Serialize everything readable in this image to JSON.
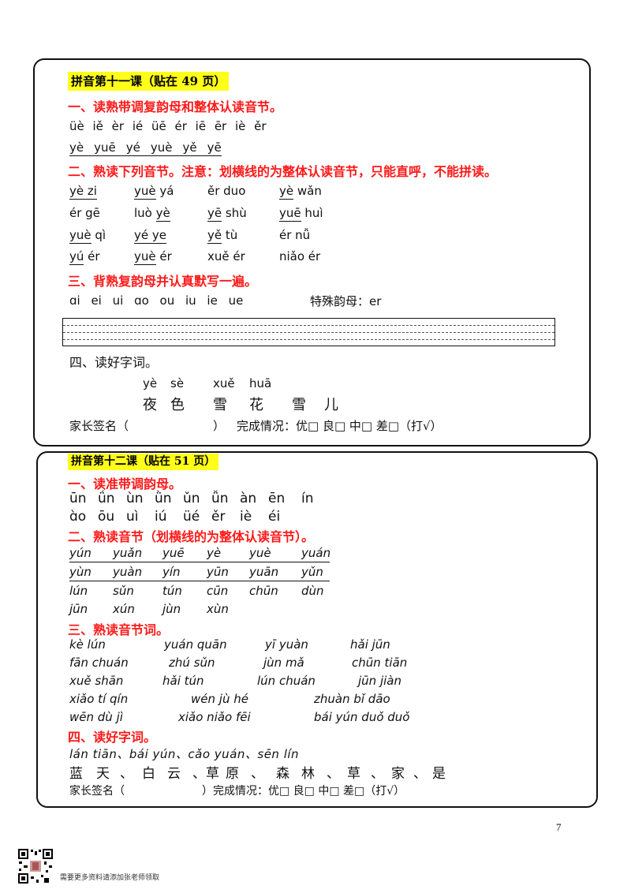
{
  "lesson11": {
    "title": "拼音第十一课（贴在 49 页）",
    "s1": "一、读熟带调复韵母和整体认读音节。",
    "s1_line1": "üè  iě  èr  ié  üē  ér  iē  ēr iè  ěr",
    "s1_line2": [
      "yè",
      "yuē",
      "yé",
      "yuè",
      "yě",
      "yē"
    ],
    "s2": "二、熟读下列音节。注意：划横线的为整体认读音节，只能直呼，不能拼读。",
    "s2_rows": [
      [
        {
          "u": "yè zi"
        },
        {
          "u": "yuè",
          "t": " yá"
        },
        {
          "t": "ěr duo"
        },
        {
          "u": "yè",
          "t": " wǎn"
        }
      ],
      [
        {
          "t": "ér gē"
        },
        {
          "t": "luò ",
          "u": "yè"
        },
        {
          "u": "yē",
          "t": " shù"
        },
        {
          "u": "yuē",
          "t": " huì"
        }
      ],
      [
        {
          "u": "yuè",
          "t": " qì"
        },
        {
          "u": "yé ye"
        },
        {
          "u": "yě",
          "t": " tù"
        },
        {
          "t": "ér nǚ"
        }
      ],
      [
        {
          "u": "yú",
          "t": " ér"
        },
        {
          "u": "yuè",
          "t": " ér"
        },
        {
          "t": "xuě ér"
        },
        {
          "t": "niǎo ér"
        }
      ]
    ],
    "s3": "三、背熟复韵母并认真默写一遍。",
    "s3_line": "ɑi  ei  ui  ɑo  ou  iu  ie  ue",
    "s3_special": "特殊韵母：er",
    "s4": "四、读好字词。",
    "s4_pinyin": [
      "yè",
      "sè",
      "xuě",
      "huā"
    ],
    "s4_chars": [
      "夜",
      "色",
      "雪",
      "花",
      "雪",
      "儿"
    ],
    "sign_label": "家长签名（",
    "sign_close": "）",
    "status": "完成情况：优□ 良□ 中□ 差□（打√）"
  },
  "lesson12": {
    "title": "拼音第十二课（贴在 51 页）",
    "s1": "一、读准带调韵母。",
    "s1_line1": [
      "ūn",
      "ǘn",
      "ùn",
      "ǜn",
      "ǔn",
      "ǚn",
      "àn",
      "ēn",
      "ín"
    ],
    "s1_line2": [
      "ɑ̀o",
      "ōu",
      "uì",
      "iú",
      "üé",
      "ěr",
      "iè",
      "éi"
    ],
    "s2": "二、熟读音节（划横线的为整体认读音节）。",
    "s2_line1": [
      "yún",
      "yuǎn",
      "yuē",
      "yè",
      "yuè",
      "yuán"
    ],
    "s2_line2": [
      "yùn",
      "yuàn",
      "yín",
      "yūn",
      "yuān",
      "yǔn"
    ],
    "s2_line3": [
      "lún",
      "sǔn",
      "tún",
      "cūn",
      "chūn",
      "dùn"
    ],
    "s2_line4": [
      "jūn",
      "xún",
      "jùn",
      "xùn"
    ],
    "s3": "三、熟读音节词。",
    "s3_rows": [
      [
        "kè lún",
        "yuán quān",
        "yī yuàn",
        "hǎi jūn"
      ],
      [
        "fān chuán",
        "zhú sǔn",
        "jùn mǎ",
        "chūn tiān"
      ],
      [
        "xuě shān",
        "hǎi tún",
        "lún chuán",
        "jūn jiàn"
      ],
      [
        "xiǎo tí qín",
        "wén jù hé",
        "zhuàn bǐ dāo"
      ],
      [
        "wēn dù jì",
        "xiǎo niǎo fēi",
        "bái yún duǒ duǒ"
      ]
    ],
    "s4": "四、读好字词。",
    "s4_pinyin": "lán tiān、bái yún、cǎo yuán、sēn lín",
    "s4_chars": [
      "蓝",
      "天",
      "、",
      "白",
      "云",
      "、草",
      "原",
      "、",
      "森",
      "林",
      "、",
      "草",
      "、",
      "家",
      "、",
      "是"
    ],
    "sign_label": "家长签名（",
    "sign_close": "）完成情况：优□ 良□ 中□ 差□（打√）"
  },
  "page_number": "7",
  "footer_text": "需要更多资料请添加张老师领取",
  "colors": {
    "highlight": "#ffff1a",
    "heading": "#ff1a1a"
  }
}
